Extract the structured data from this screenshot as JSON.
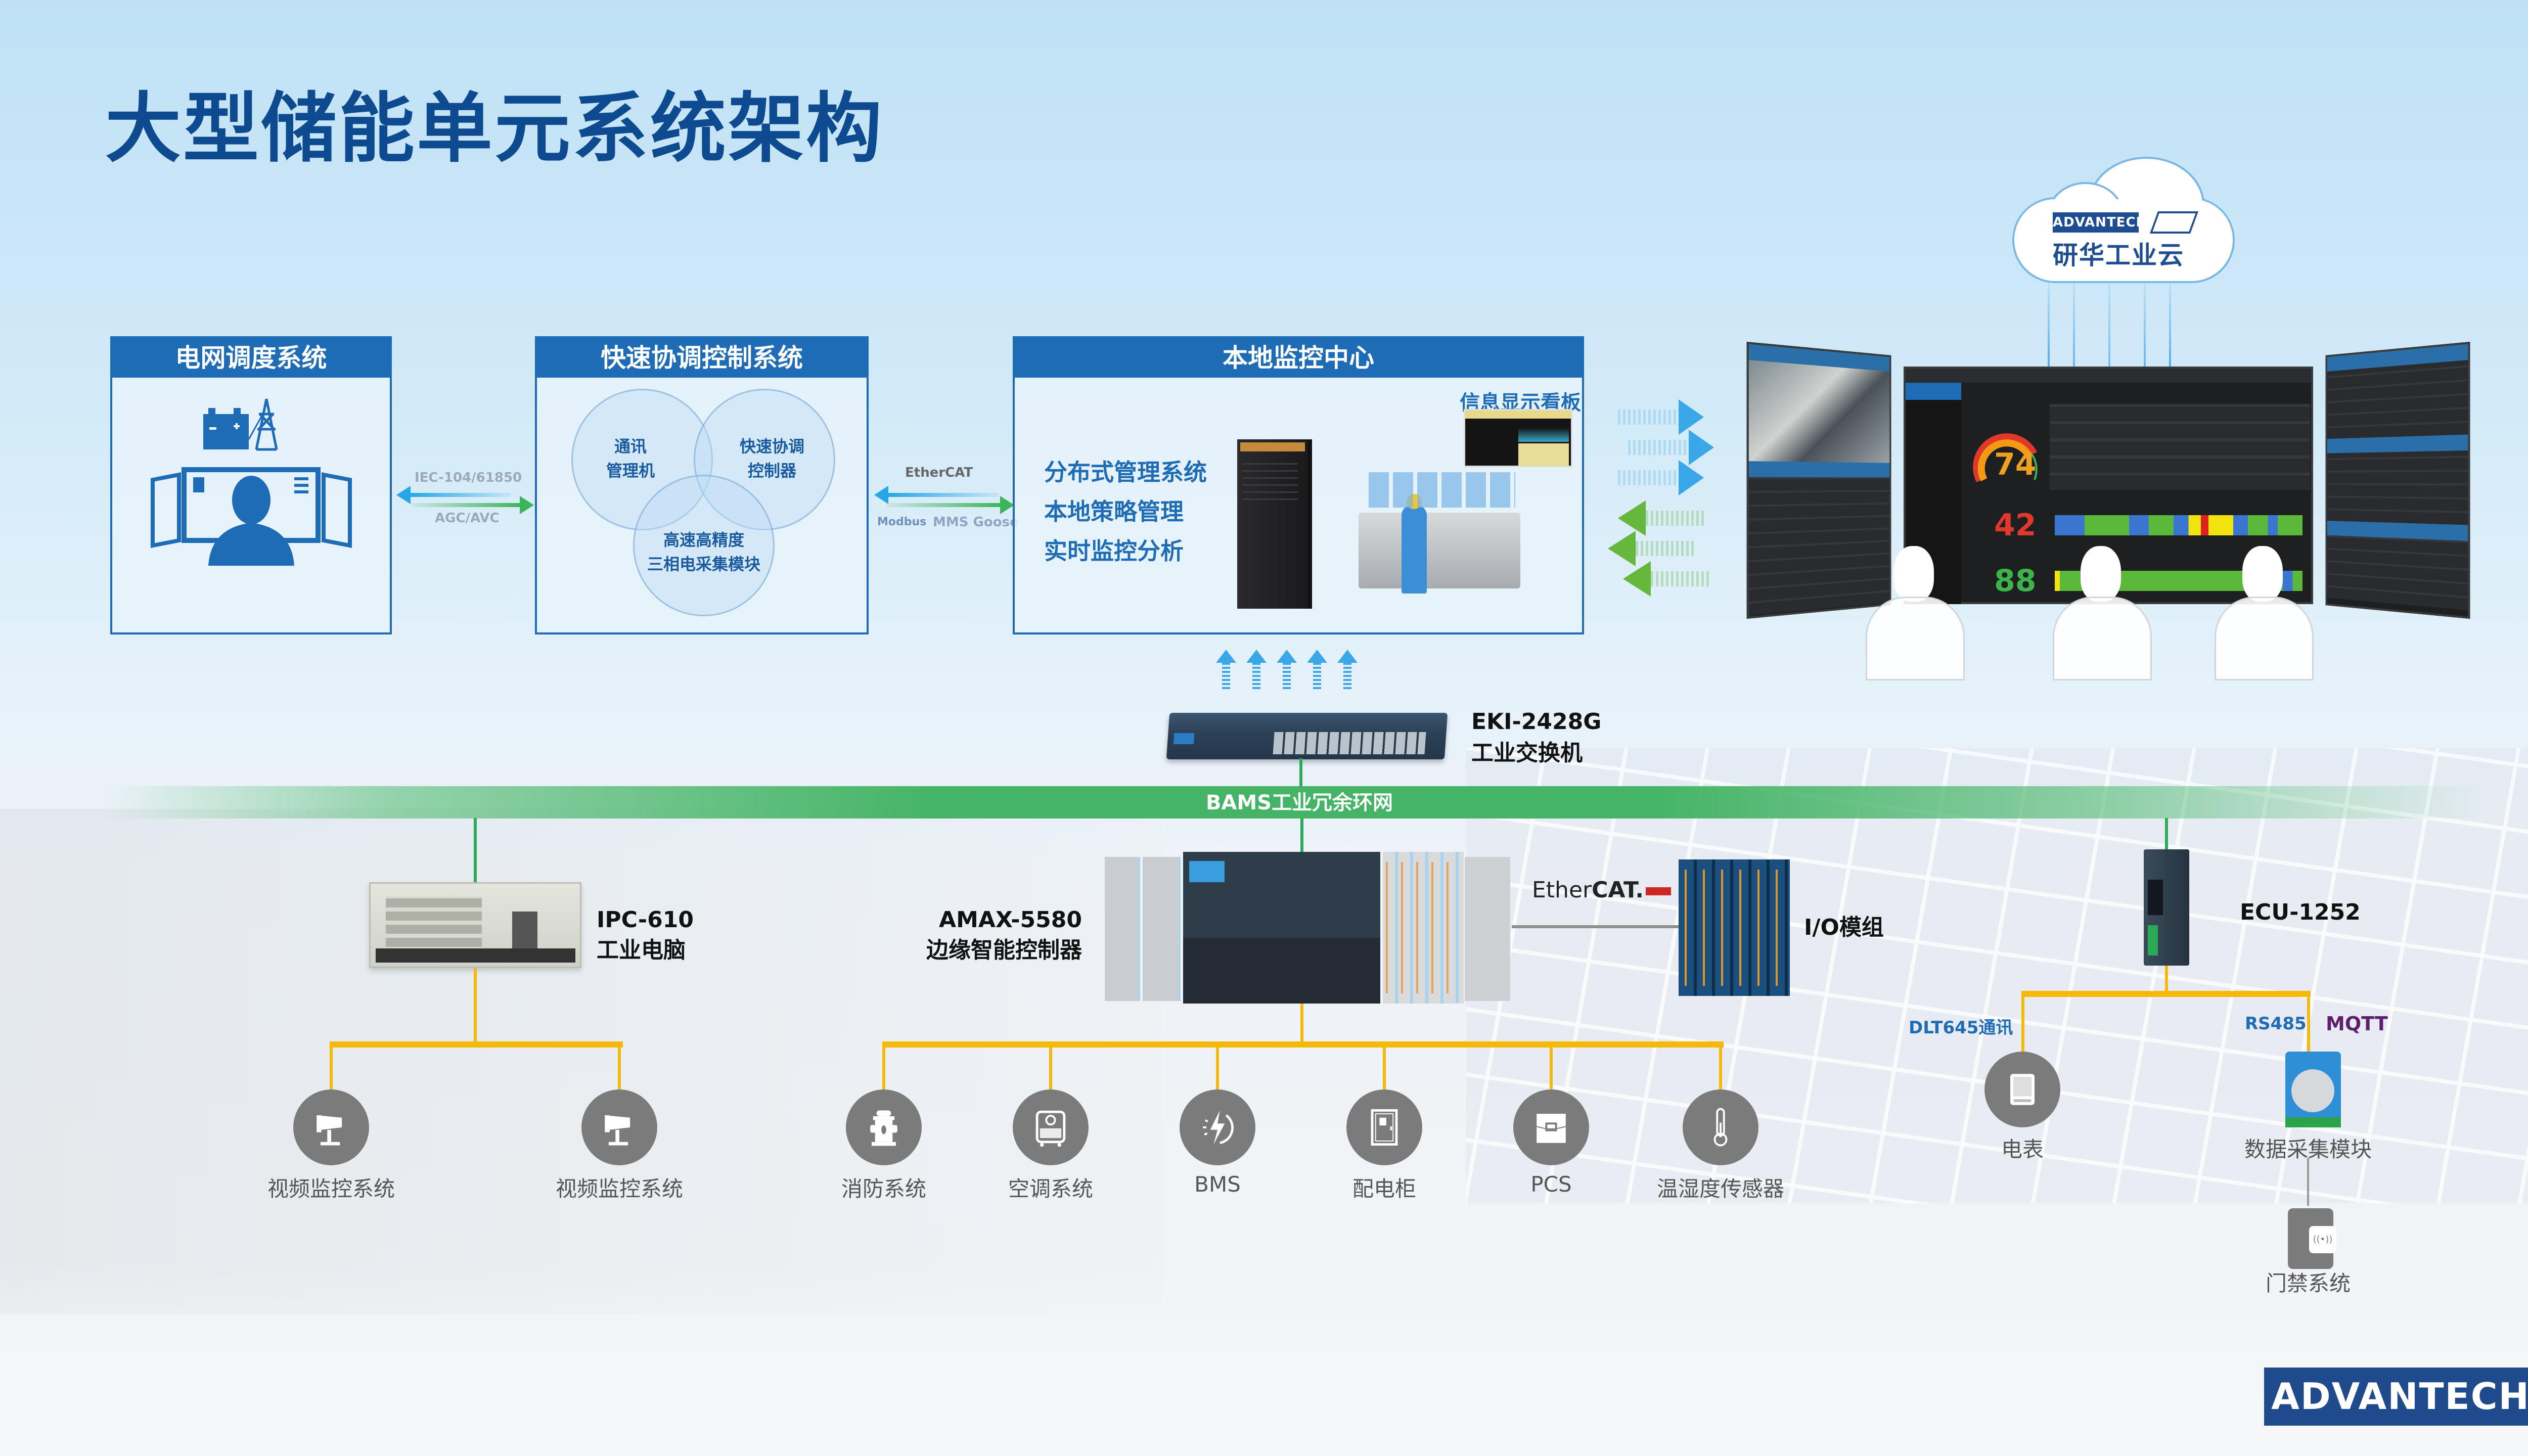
{
  "title": "大型储能单元系统架构",
  "colors": {
    "title_blue": "#0d4a8f",
    "box_blue": "#1f6cb6",
    "bus_green": "#45b466",
    "branch_yellow": "#f5b90a",
    "icon_gray": "#7b7b7b",
    "brand_blue": "#1f4a8c"
  },
  "boxes": {
    "grid_dispatch": {
      "title": "电网调度系统",
      "icon": "grid-operator-icon"
    },
    "fast_control": {
      "title": "快速协调控制系统",
      "venn": [
        "通讯\n管理机",
        "快速协调\n控制器",
        "高速高精度\n三相电采集模块"
      ]
    },
    "local_monitor": {
      "title": "本地监控中心",
      "features": [
        "分布式管理系统",
        "本地策略管理",
        "实时监控分析"
      ],
      "dashboard_label": "信息显示看板"
    }
  },
  "links": {
    "grid_to_fast": {
      "top": "IEC-104/61850",
      "bottom": "AGC/AVC"
    },
    "fast_to_local": {
      "top_logo": "EtherCAT",
      "bottom_logo": "Modbus",
      "bottom_text": "MMS Goose"
    }
  },
  "cloud": {
    "brand": "ADVANTECH",
    "name": "研华工业云"
  },
  "dashboard": {
    "gauge_value": "74",
    "utilization_1": "42",
    "utilization_2": "88"
  },
  "switch": {
    "model": "EKI-2428G",
    "name": "工业交换机"
  },
  "bus": {
    "label": "BAMS工业冗余环网"
  },
  "devices": {
    "ipc": {
      "model": "IPC-610",
      "name": "工业电脑"
    },
    "amax": {
      "model": "AMAX-5580",
      "name": "边缘智能控制器"
    },
    "ethercat": {
      "text_light": "Ether",
      "text_bold": "CAT."
    },
    "io": {
      "name": "I/O模组"
    },
    "ecu": {
      "model": "ECU-1252"
    }
  },
  "ipc_children": [
    {
      "label": "视频监控系统",
      "icon": "cctv-camera-icon"
    },
    {
      "label": "视频监控系统",
      "icon": "cctv-camera-icon"
    }
  ],
  "amax_children": [
    {
      "label": "消防系统",
      "icon": "fire-hydrant-icon"
    },
    {
      "label": "空调系统",
      "icon": "air-conditioner-icon"
    },
    {
      "label": "BMS",
      "icon": "battery-lightning-icon"
    },
    {
      "label": "配电柜",
      "icon": "distribution-cabinet-icon"
    },
    {
      "label": "PCS",
      "icon": "pcs-converter-icon"
    },
    {
      "label": "温湿度传感器",
      "icon": "thermometer-icon"
    }
  ],
  "ecu_children": {
    "left_protocol": "DLT645通讯",
    "right_protocol": "RS485",
    "mqtt": "MQTT",
    "meter": {
      "label": "电表",
      "icon": "power-meter-icon"
    },
    "daq": {
      "label": "数据采集模块",
      "icon": "adam-module-icon"
    },
    "access": {
      "label": "门禁系统",
      "icon": "access-control-icon"
    }
  },
  "footer_logo": "ADVANTECH"
}
